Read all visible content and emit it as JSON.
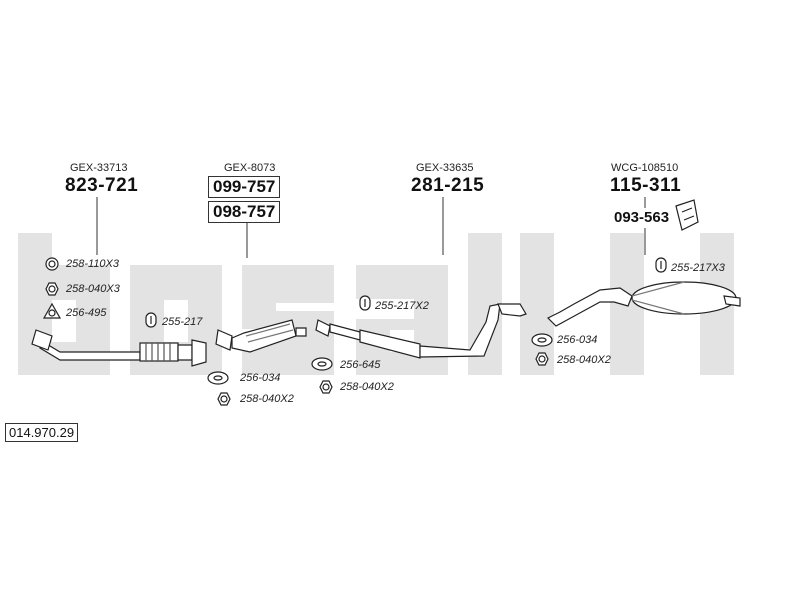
{
  "diagram": {
    "reference_number": "014.970.29",
    "watermark": "bosal",
    "groups": [
      {
        "supplier": "GEX-33713",
        "part_numbers": [
          "823-721"
        ]
      },
      {
        "supplier": "GEX-8073",
        "part_numbers": [
          "099-757",
          "098-757"
        ]
      },
      {
        "supplier": "GEX-33635",
        "part_numbers": [
          "281-215"
        ]
      },
      {
        "supplier": "WCG-108510",
        "part_numbers": [
          "115-311",
          "093-563"
        ]
      }
    ],
    "fittings": [
      {
        "code": "258-110X3",
        "icon": "ring-clamp-icon"
      },
      {
        "code": "258-040X3",
        "icon": "hex-nut-icon"
      },
      {
        "code": "256-495",
        "icon": "triangle-gasket-icon"
      },
      {
        "code": "255-217",
        "icon": "rubber-hanger-icon"
      },
      {
        "code": "256-034",
        "icon": "oval-gasket-icon"
      },
      {
        "code": "258-040X2",
        "icon": "hex-nut-icon"
      },
      {
        "code": "255-217X2",
        "icon": "rubber-hanger-icon"
      },
      {
        "code": "256-645",
        "icon": "oval-gasket-icon"
      },
      {
        "code": "258-040X2",
        "icon": "hex-nut-icon"
      },
      {
        "code": "255-217X3",
        "icon": "rubber-hanger-icon"
      },
      {
        "code": "256-034",
        "icon": "oval-gasket-icon"
      },
      {
        "code": "258-040X2",
        "icon": "hex-nut-icon"
      }
    ]
  }
}
